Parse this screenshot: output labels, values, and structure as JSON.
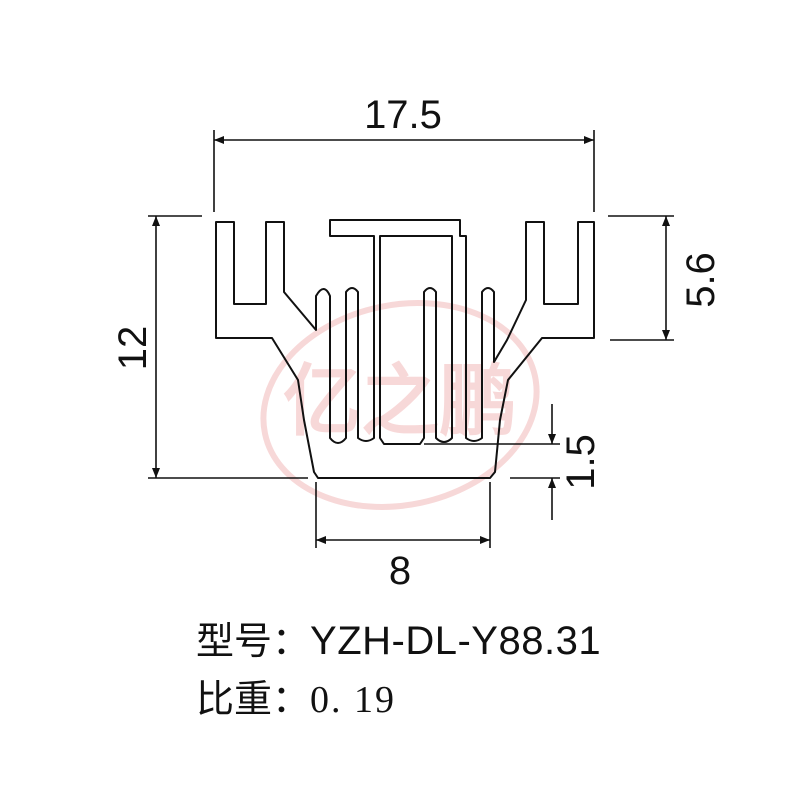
{
  "dimensions": {
    "width_top": "17.5",
    "height_left": "12",
    "height_right": "5.6",
    "base_thickness": "1.5",
    "base_width": "8"
  },
  "info": {
    "model_label": "型号：",
    "model_value": "YZH-DL-Y88.31",
    "weight_label": "比重：",
    "weight_value": "0. 19"
  },
  "watermark": {
    "text": "亿之鹏",
    "color": "#f2b9b9"
  },
  "colors": {
    "line": "#111111",
    "background": "#ffffff"
  }
}
